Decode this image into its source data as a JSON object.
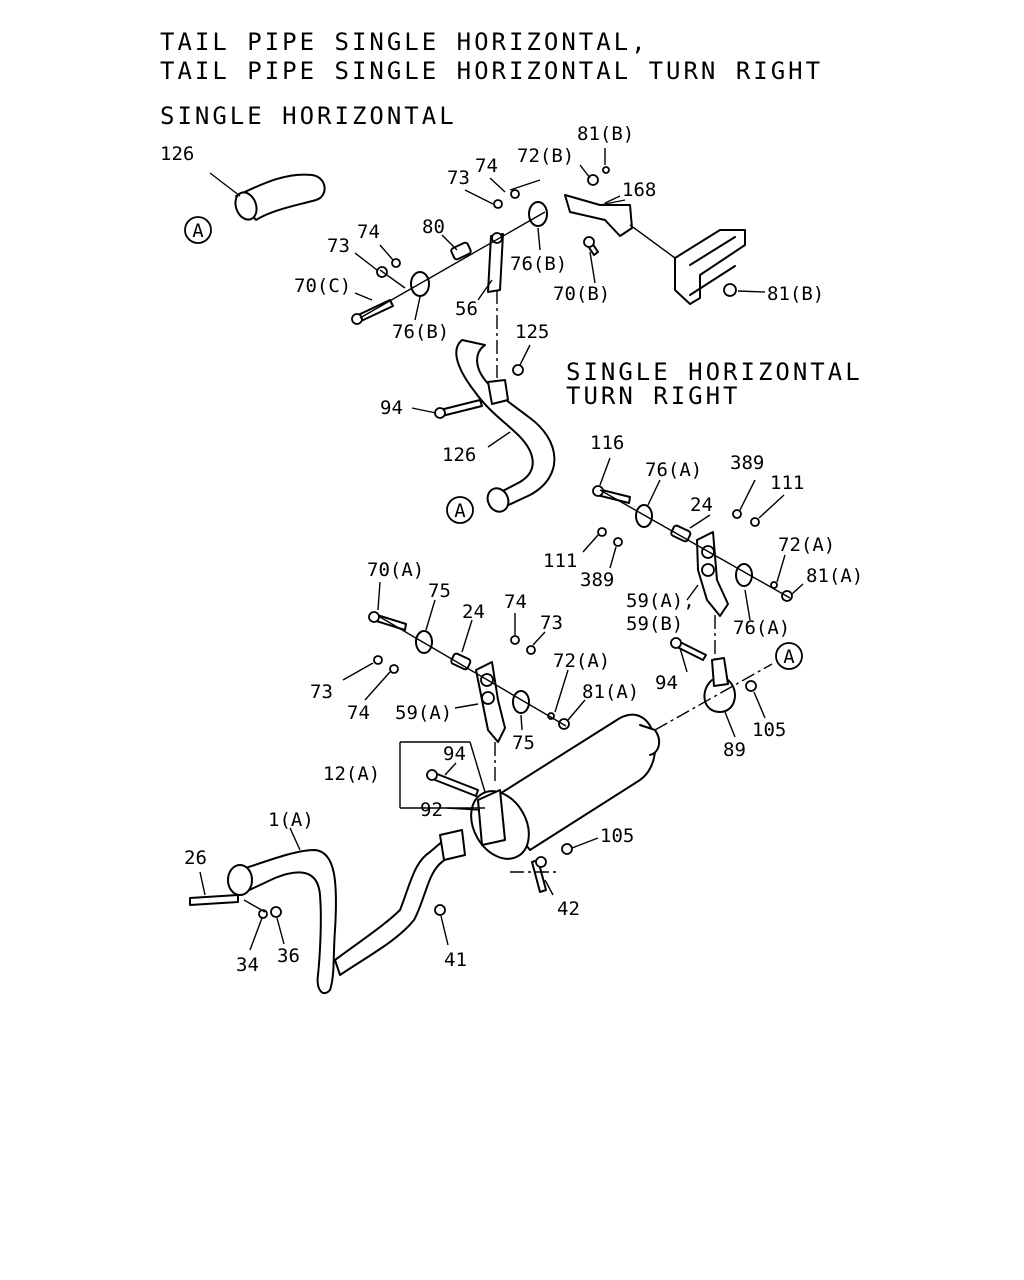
{
  "titles": {
    "line1": "TAIL PIPE SINGLE HORIZONTAL,",
    "line2": "TAIL PIPE SINGLE HORIZONTAL TURN RIGHT",
    "section_single": "SINGLE HORIZONTAL",
    "section_turn_1": "SINGLE HORIZONTAL",
    "section_turn_2": "TURN RIGHT"
  },
  "ref_markers": [
    "A",
    "A",
    "A"
  ],
  "labels": {
    "top": [
      "126",
      "81(B)",
      "72(B)",
      "74",
      "73",
      "168",
      "74",
      "73",
      "80",
      "70(C)",
      "76(B)",
      "56",
      "76(B)",
      "70(B)",
      "81(B)"
    ],
    "middle": [
      "125",
      "94",
      "126"
    ],
    "turn": [
      "116",
      "76(A)",
      "389",
      "111",
      "24",
      "111",
      "389",
      "72(A)",
      "81(A)",
      "59(A),",
      "59(B)",
      "76(A)",
      "94",
      "105",
      "89"
    ],
    "lower": [
      "70(A)",
      "75",
      "24",
      "74",
      "73",
      "73",
      "74",
      "72(A)",
      "59(A)",
      "81(A)",
      "75",
      "94",
      "12(A)",
      "92",
      "105",
      "1(A)",
      "26",
      "42",
      "34",
      "36",
      "41"
    ]
  }
}
